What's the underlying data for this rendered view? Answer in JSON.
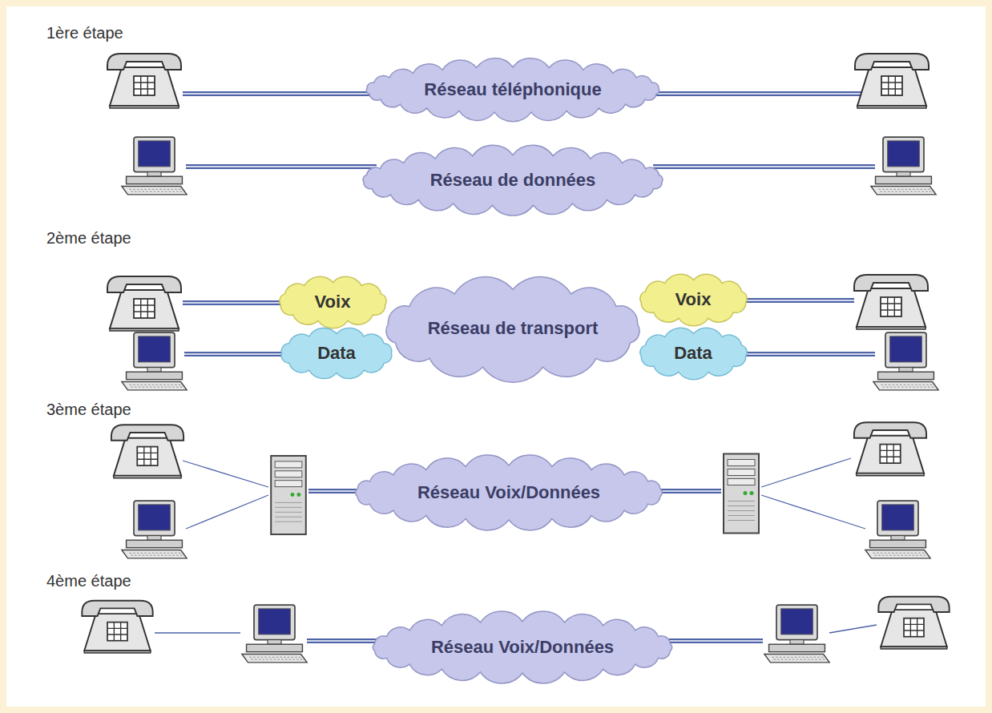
{
  "diagram": {
    "nodes": [
      {
        "text": [
          "Réseau téléphonique"
        ]
      },
      {
        "text": [
          "Réseau de données"
        ]
      },
      {
        "text": [
          "Voix"
        ]
      },
      {
        "text": [
          "Réseau de transport"
        ]
      },
      {
        "text": [
          "Voix"
        ]
      },
      {
        "text": [
          "Data"
        ]
      },
      {
        "text": [
          "Data"
        ]
      },
      {
        "text": [
          "Réseau Voix/Données"
        ]
      },
      {
        "text": [
          "Réseau Voix/Données"
        ]
      }
    ],
    "labels": [
      "1ère étape",
      "2ème étape",
      "3ème étape",
      "4ème étape"
    ]
  }
}
